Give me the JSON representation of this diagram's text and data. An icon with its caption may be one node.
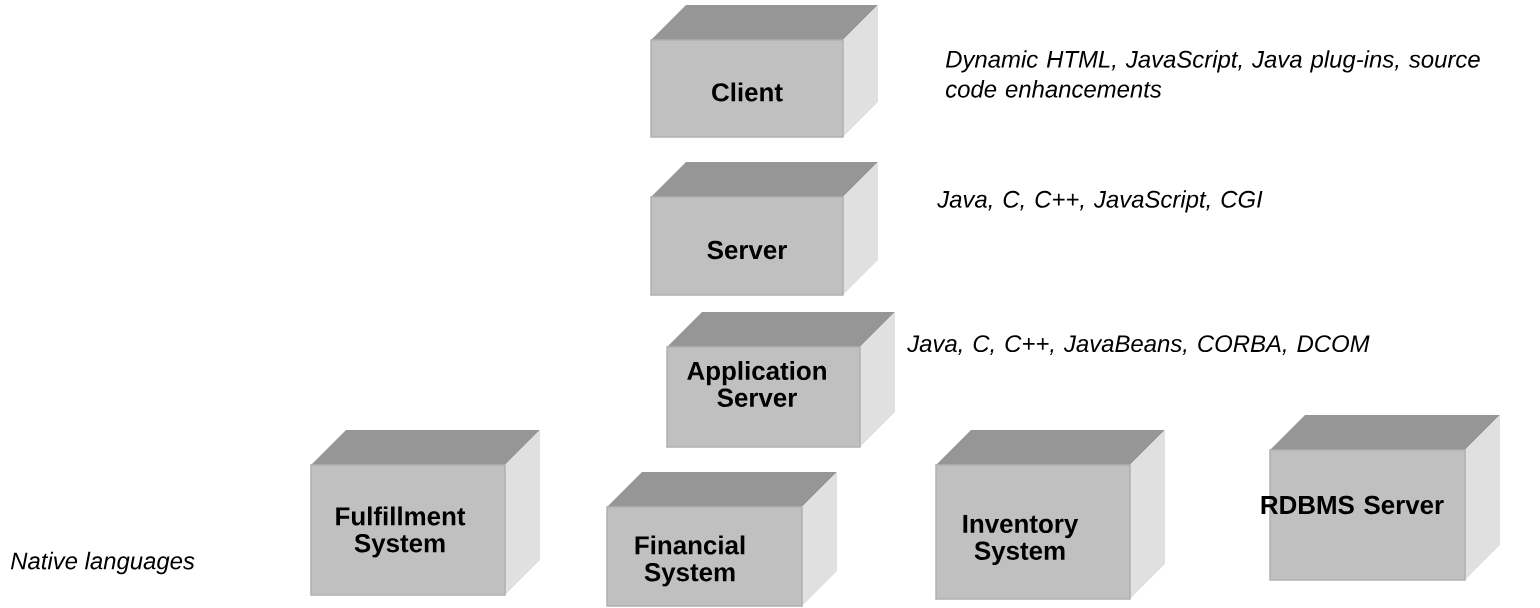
{
  "diagram": {
    "nodes": [
      {
        "text": [
          "Client"
        ],
        "beside": [
          "Dynamic HTML, JavaScript, Java plug-ins, source code enhancements"
        ]
      },
      {
        "text": [
          "Server"
        ],
        "beside": [
          "Java, C, C++, JavaScript, CGI"
        ]
      },
      {
        "text": [
          "Application Server"
        ],
        "beside": [
          "Java, C, C++, JavaBeans, CORBA, DCOM"
        ]
      },
      {
        "text": [
          "Fulfillment System"
        ]
      },
      {
        "text": [
          "Financial System"
        ]
      },
      {
        "text": [
          "Inventory System"
        ]
      },
      {
        "text": [
          "RDBMS Server"
        ]
      }
    ],
    "labels": [
      "Native languages"
    ]
  }
}
